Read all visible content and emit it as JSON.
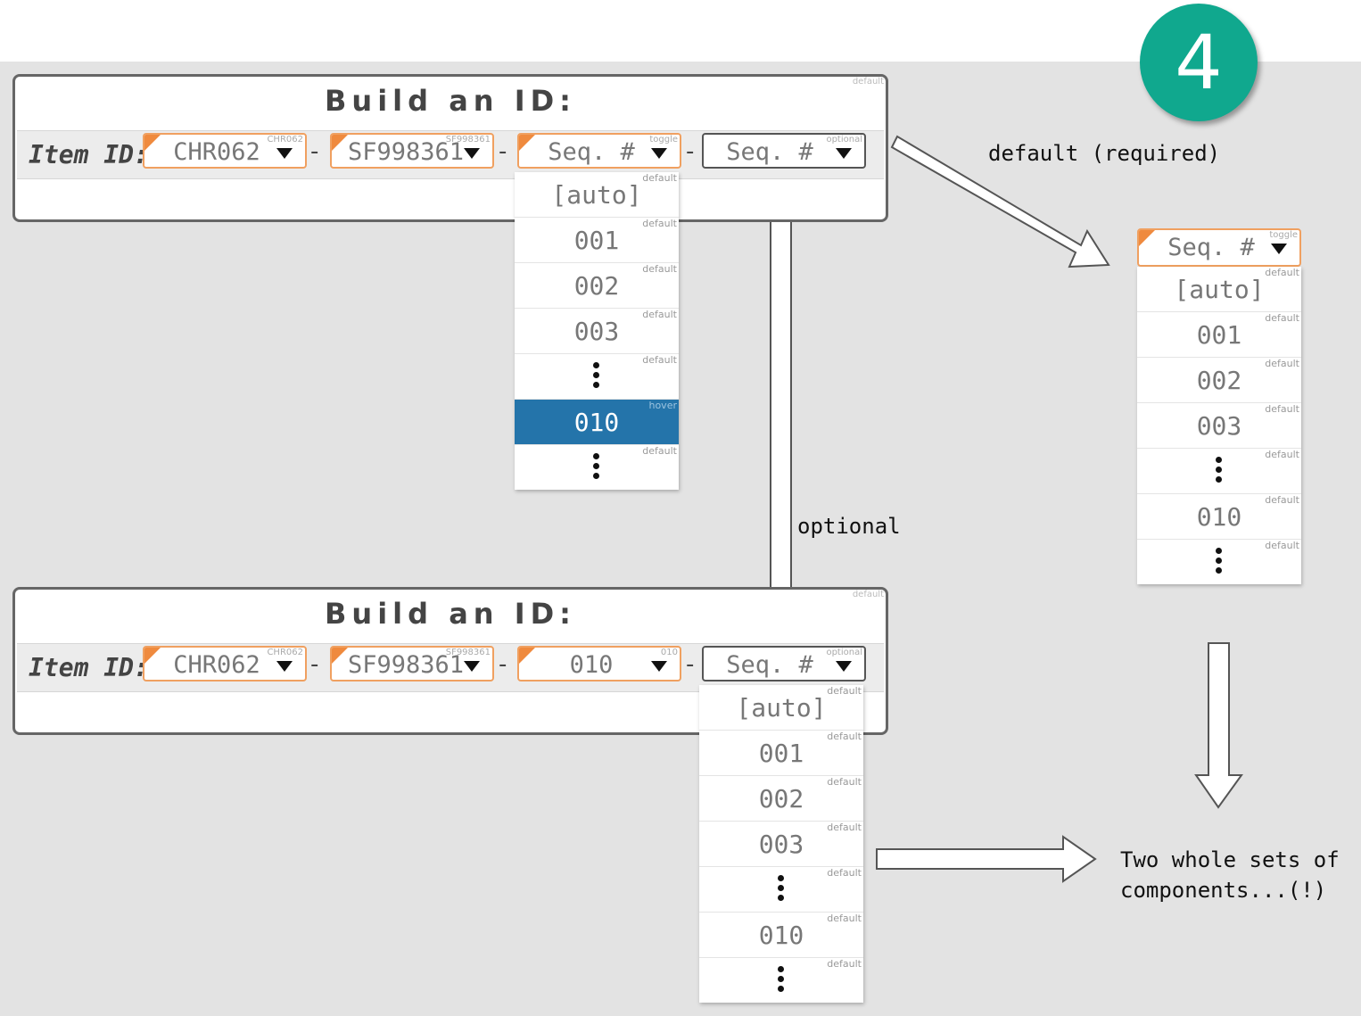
{
  "step_badge": "4",
  "builder_title": "Build an ID:",
  "corner_tag": "default",
  "item_label": "Item ID:",
  "separator": "-",
  "top_panel": {
    "fields": [
      {
        "value": "CHR062",
        "tag": "CHR062"
      },
      {
        "value": "SF998361",
        "tag": "SF998361"
      },
      {
        "value": "Seq. #",
        "tag": "toggle"
      },
      {
        "value": "Seq. #",
        "tag": "optional"
      }
    ]
  },
  "bottom_panel": {
    "fields": [
      {
        "value": "CHR062",
        "tag": "CHR062"
      },
      {
        "value": "SF998361",
        "tag": "SF998361"
      },
      {
        "value": "010",
        "tag": "010"
      },
      {
        "value": "Seq. #",
        "tag": "optional"
      }
    ]
  },
  "dropdown_top": [
    {
      "text": "[auto]",
      "tag": "default"
    },
    {
      "text": "001",
      "tag": "default"
    },
    {
      "text": "002",
      "tag": "default"
    },
    {
      "text": "003",
      "tag": "default"
    },
    {
      "text": "",
      "tag": "default",
      "ellipsis": true
    },
    {
      "text": "010",
      "tag": "hover",
      "hover": true
    },
    {
      "text": "",
      "tag": "default",
      "ellipsis": true
    }
  ],
  "side_component": {
    "field": {
      "value": "Seq. #",
      "tag": "toggle"
    },
    "options": [
      {
        "text": "[auto]",
        "tag": "default"
      },
      {
        "text": "001",
        "tag": "default"
      },
      {
        "text": "002",
        "tag": "default"
      },
      {
        "text": "003",
        "tag": "default"
      },
      {
        "text": "",
        "tag": "default",
        "ellipsis": true
      },
      {
        "text": "010",
        "tag": "default"
      },
      {
        "text": "",
        "tag": "default",
        "ellipsis": true
      }
    ]
  },
  "dropdown_bottom": [
    {
      "text": "[auto]",
      "tag": "default"
    },
    {
      "text": "001",
      "tag": "default"
    },
    {
      "text": "002",
      "tag": "default"
    },
    {
      "text": "003",
      "tag": "default"
    },
    {
      "text": "",
      "tag": "default",
      "ellipsis": true
    },
    {
      "text": "010",
      "tag": "default"
    },
    {
      "text": "",
      "tag": "default",
      "ellipsis": true
    }
  ],
  "annotations": {
    "default_required": "default (required)",
    "optional": "optional",
    "two_sets_line1": "Two whole sets of",
    "two_sets_line2": "components...(!)"
  },
  "colors": {
    "badge": "#10a88e",
    "field_border": "#f0a060",
    "field_flag": "#ef8a3e",
    "hover_bg": "#2474aa",
    "canvas_bg": "#e3e3e3"
  }
}
